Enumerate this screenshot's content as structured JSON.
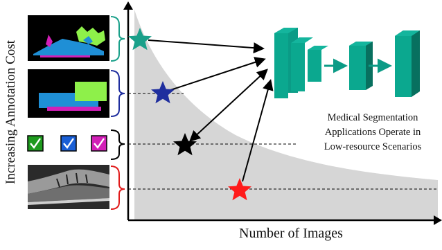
{
  "figure": {
    "y_axis_label": "Increasing Annotation Cost",
    "x_axis_label": "Number of Images",
    "note_lines": [
      "Medical Segmentation",
      "Applications Operate in",
      "Low-resource Scenarios"
    ],
    "annotation_levels": [
      {
        "name": "polygon-mask",
        "star_color": "#1aa08a",
        "bracket_color": "#1aa08a"
      },
      {
        "name": "bounding-box",
        "star_color": "#1f2e9e",
        "bracket_color": "#1f2e9e"
      },
      {
        "name": "image-label",
        "star_color": "#000000",
        "bracket_color": "#000000",
        "checkbox_colors": [
          "#1e9a1e",
          "#1a5fd6",
          "#d21fb7"
        ]
      },
      {
        "name": "unlabeled-image",
        "star_color": "#ff0000",
        "bracket_color": "#e11b1b"
      }
    ],
    "network_color": "#0b9b86",
    "curve_fill_color": "#d6d6d6"
  }
}
